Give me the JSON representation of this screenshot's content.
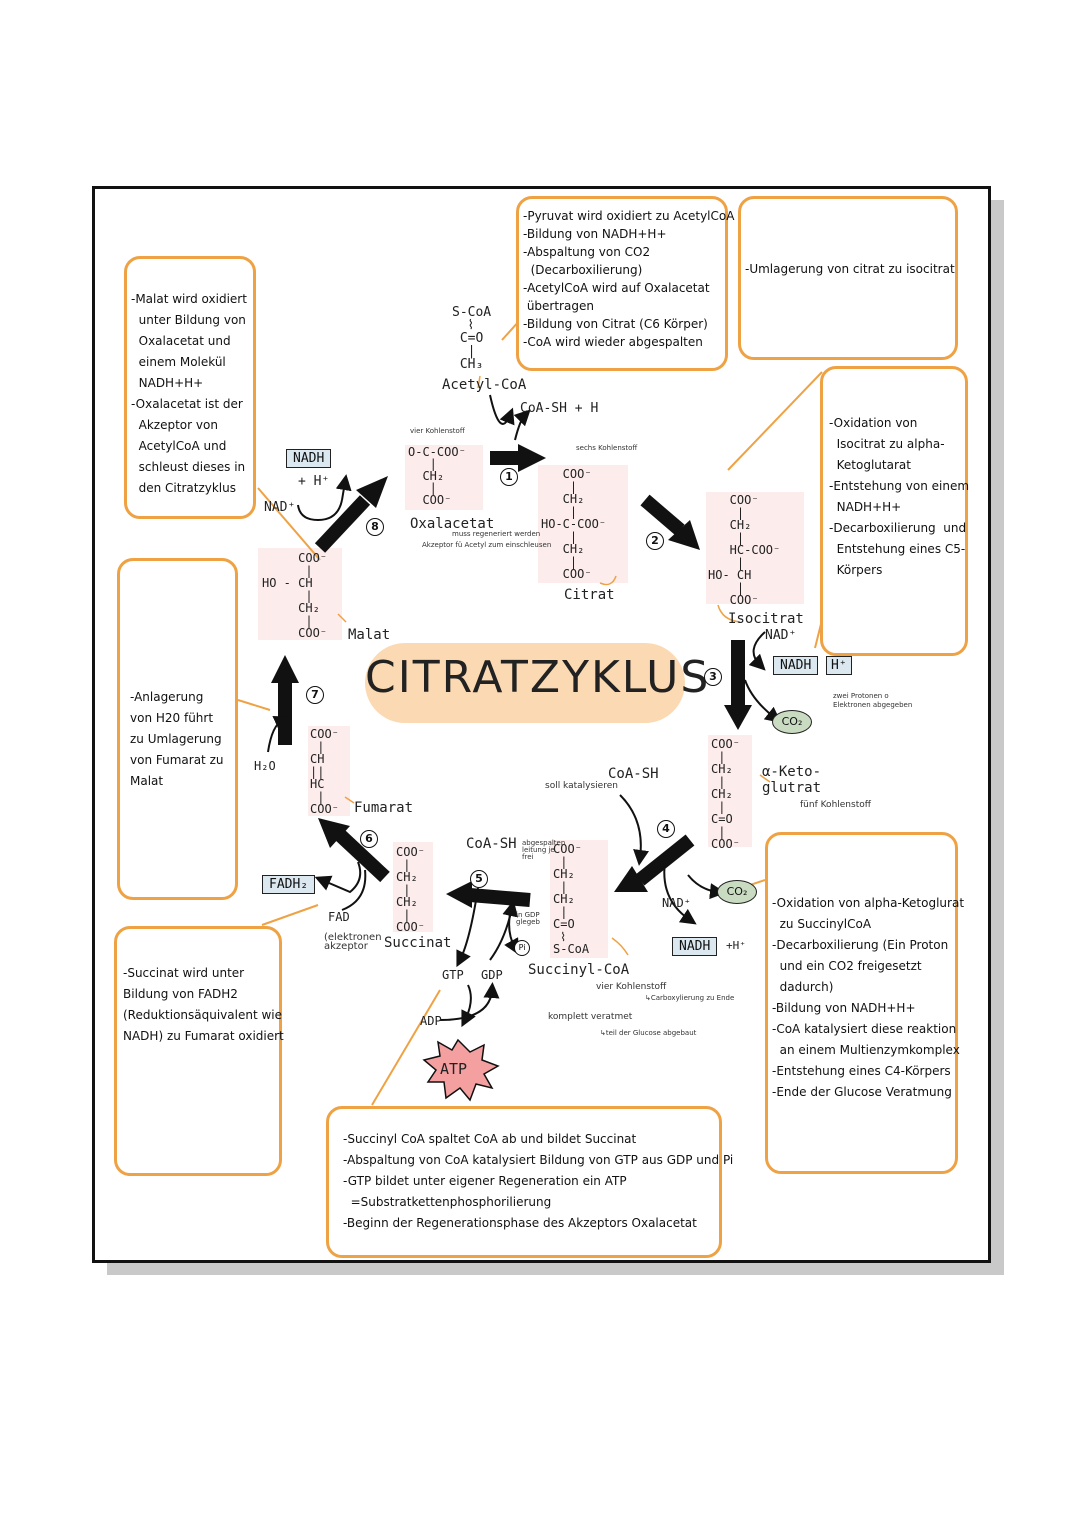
{
  "title": "CITRATZYKLUS",
  "notes": {
    "step1": [
      "-Pyruvat wird oxidiert zu AcetylCoA",
      "-Bildung von NADH+H+",
      "-Abspaltung von CO2",
      "  (Decarboxilierung)",
      "-AcetylCoA wird auf Oxalacetat",
      " übertragen",
      "-Bildung von Citrat (C6 Körper)",
      "-CoA wird wieder abgespalten"
    ],
    "step2": [
      "-Umlagerung von citrat zu isocitrat"
    ],
    "step3": [
      "-Oxidation von",
      "  Isocitrat zu alpha-",
      "  Ketoglutarat",
      "-Entstehung von einem",
      "  NADH+H+",
      "-Decarboxilierung  und",
      "  Entstehung eines C5-",
      "  Körpers"
    ],
    "step4": [
      "-Oxidation von alpha-Ketoglurat",
      "  zu SuccinylCoA",
      "-Decarboxilierung (Ein Proton",
      "  und ein CO2 freigesetzt",
      "  dadurch)",
      "-Bildung von NADH+H+",
      "-CoA katalysiert diese reaktion",
      "  an einem Multienzymkomplex",
      "-Entstehung eines C4-Körpers",
      "-Ende der Glucose Veratmung"
    ],
    "step5": [
      "-Succinyl CoA spaltet CoA ab und bildet Succinat",
      "-Abspaltung von CoA katalysiert Bildung von GTP aus GDP und Pi",
      "-GTP bildet unter eigener Regeneration ein ATP",
      "  =Substratkettenphosphorilierung",
      "-Beginn der Regenerationsphase des Akzeptors Oxalacetat"
    ],
    "step6": [
      "-Succinat wird unter",
      "Bildung von FADH2",
      "(Reduktionsäquivalent wie",
      "NADH) zu Fumarat oxidiert"
    ],
    "step7": [
      "-Anlagerung",
      "von H20 führt",
      "zu Umlagerung",
      "von Fumarat zu",
      "Malat"
    ],
    "step8": [
      "-Malat wird oxidiert",
      "  unter Bildung von",
      "  Oxalacetat und",
      "  einem Molekül",
      "  NADH+H+",
      "-Oxalacetat ist der",
      "  Akzeptor von",
      "  AcetylCoA und",
      "  schleust dieses in",
      "  den Citratzyklus"
    ]
  },
  "molecules": {
    "acetylcoa": {
      "formula": "S-CoA\n  ⌇\n C=O\n  |\n CH₃",
      "name": "Acetyl-CoA"
    },
    "oxalacetat": {
      "formula": "O-C-COO⁻\n   |\n  CH₂\n   |\n  COO⁻",
      "name": "Oxalacetat",
      "top_note": "vier Kohlenstoff",
      "sub_note1": "muss regeneriert werden",
      "sub_note2": "Akzeptor fü Acetyl zum einschleusen"
    },
    "citrat": {
      "formula": "   COO⁻\n    |\n   CH₂\n    |\nHO-C-COO⁻\n    |\n   CH₂\n    |\n   COO⁻",
      "name": "Citrat",
      "top_note": "sechs Kohlenstoff"
    },
    "isocitrat": {
      "formula": "   COO⁻\n    |\n   CH₂\n    |\n   HC-COO⁻\n    |\nHO- CH\n    |\n   COO⁻",
      "name": "Isocitrat"
    },
    "ketoglutarat": {
      "formula": "COO⁻\n |\nCH₂\n |\nCH₂\n |\nC=O\n |\nCOO⁻",
      "name": "α-Keto-\nglutrat",
      "sub_note": "fünf Kohlenstoff"
    },
    "succinylcoa": {
      "formula": "COO⁻\n |\nCH₂\n |\nCH₂\n |\nC=O\n ⌇\nS-CoA",
      "name": "Succinyl-CoA",
      "sub_note": "vier Kohlenstoff",
      "note2": "↳Carboxylierung zu Ende",
      "note3": "komplett veratmet",
      "note4": "↳teil der Glucose abgebaut"
    },
    "succinat": {
      "formula": "COO⁻\n |\nCH₂\n |\nCH₂\n |\nCOO⁻",
      "name": "Succinat"
    },
    "fumarat": {
      "formula": "COO⁻\n |\nCH\n||\nHC\n |\nCOO⁻",
      "name": "Fumarat"
    },
    "malat": {
      "formula": "     COO⁻\n      |\nHO - CH\n      |\n     CH₂\n      |\n     COO⁻",
      "name": "Malat"
    }
  },
  "cofactors": {
    "nadh_top": "NADH",
    "hplus_top": "+ H⁺",
    "nadplus_top": "NAD⁺",
    "coash_top": "CoA-SH  + H",
    "nadplus_3": "NAD⁺",
    "nadh_3": "NADH",
    "hplus_3": "H⁺",
    "co2_3": "CO₂",
    "protons_note": "zwei Protonen o\nElektronen abgegeben",
    "coash_4": "CoA-SH",
    "coash_4_note": "soll katalysieren",
    "nadplus_4": "NAD⁺",
    "nadh_4": "NADH",
    "hplus_4": "+H⁺",
    "co2_4": "CO₂",
    "coash_5": "CoA-SH",
    "coash_5_note": "abgespalten\nleitung je\nfrei",
    "pi": "Pi",
    "pi_note": "in GDP\nglegeb",
    "gtp": "GTP",
    "gdp": "GDP",
    "adp": "ADP",
    "atp": "ATP",
    "fadh2": "FADH₂",
    "fad": "FAD",
    "fad_note": "(elektronen\nakzeptor",
    "h2o": "H₂O"
  },
  "steps": [
    "1",
    "2",
    "3",
    "4",
    "5",
    "6",
    "7",
    "8"
  ],
  "colors": {
    "accent": "#eea244",
    "molecule_bg": "#fcecec",
    "title_bg": "#fbd9b2",
    "nadh_box": "#dbe8f0",
    "co2_oval": "#c9dbc0",
    "atp_burst": "#f5a0a0"
  }
}
